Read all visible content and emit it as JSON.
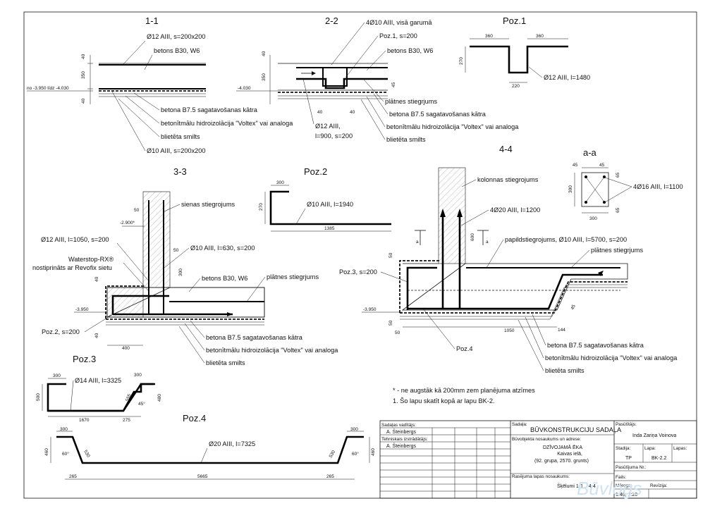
{
  "sections": {
    "s11": "1-1",
    "s22": "2-2",
    "poz1": "Poz.1",
    "s33": "3-3",
    "poz2": "Poz.2",
    "s44": "4-4",
    "saa": "a-a",
    "poz3": "Poz.3",
    "poz4": "Poz.4"
  },
  "s11": {
    "rebar_top": "Ø12 AIII, s=200x200",
    "concrete": "betons B30, W6",
    "prep": "betona B7.5 sagatavošanas kātra",
    "hydro": "betonītmālu hidroizolācija \"Voltex\" vai analoga",
    "sand": "blietēta smilts",
    "rebar_bot": "Ø10 AIII, s=200x200",
    "level": "no -3.950 līdz -4.030",
    "d40a": "40",
    "d350": "350",
    "d40b": "40"
  },
  "s22": {
    "r1": "4Ø10 AIII, visā garumā",
    "r2": "Poz.1, s=200",
    "concrete": "betons B30, W6",
    "slab": "plātnes stiegrjums",
    "prep": "betona B7.5 sagatavošanas kātra",
    "hydro": "betonītmālu hidroizolācija \"Voltex\" vai analoga",
    "sand": "blietēta smilts",
    "bar": "Ø12 AIII,",
    "bar2": "l=900, s=200",
    "level": "-4.030",
    "d350": "350",
    "d45": "45",
    "d40a": "40",
    "d40b": "40"
  },
  "poz1": {
    "label": "Ø12 AIII, l=1480",
    "d360a": "360",
    "d360b": "360",
    "d270": "270",
    "d220": "220"
  },
  "s33": {
    "wall": "sienas stiegrojums",
    "r1": "Ø12 AIII, l=1050, s=200",
    "water1": "Waterstop-RX®",
    "water2": "nostiprināts ar Revofix sietu",
    "r2": "Ø10 AIII, l=630, s=200",
    "concrete": "betons B30, W6",
    "slab": "plātnes stiegrjums",
    "poz2": "Poz.2, s=200",
    "prep": "betona B7.5 sagatavošanas kātra",
    "hydro": "betonītmālu hidroizolācija \"Voltex\" vai analoga",
    "sand": "blietēta smilts",
    "lvl1": "-2.900*",
    "lvl2": "-3.950",
    "d50a": "50",
    "d50b": "50",
    "d300": "300",
    "d40a": "40",
    "d40b": "40",
    "d400": "400"
  },
  "poz2": {
    "label": "Ø10 AIII, l=1940",
    "d300": "300",
    "d270": "270",
    "d1385": "1385"
  },
  "s44": {
    "col": "kolonnas stiegrojums",
    "r1": "4Ø20 AIII, l=1200",
    "r2": "papildstiegrojums, Ø10 AIII, l=5700, s=200",
    "slab": "plātnes stiegrjums",
    "poz3": "Poz.3, s=200",
    "poz4": "Poz.4",
    "prep": "betona B7.5 sagatavošanas kātra",
    "hydro": "betonītmālu hidroizolācija \"Voltex\" vai analoga",
    "sand": "blietēta smilts",
    "lvl": "-3.950",
    "a": "a",
    "d600": "600",
    "d50a": "50",
    "d50b": "50",
    "d1050": "1050",
    "d144": "144",
    "d45": "45",
    "d50c": "50"
  },
  "saa": {
    "label": "4Ø16 AIII, l=1100",
    "d45a": "45",
    "d45b": "45",
    "d65a": "65",
    "d65b": "65",
    "d300a": "300",
    "d300b": "300"
  },
  "poz3": {
    "label": "Ø14 AIII, l=3325",
    "d300": "300",
    "d500": "500",
    "d555": "555",
    "d480": "480",
    "d1670": "1670",
    "d275": "275",
    "ang": "45°"
  },
  "poz4": {
    "label": "Ø20 AIII, l=7325",
    "d300a": "300",
    "d300b": "300",
    "d530a": "530",
    "d530b": "530",
    "d460a": "460",
    "d460b": "460",
    "d265a": "265",
    "d265b": "265",
    "d5665": "5665",
    "ang1": "60°",
    "ang2": "60°"
  },
  "notes": {
    "n1": "* - ne augstāk kā 200mm zem planējuma atzīmes",
    "n2": "1. Šo lapu skatīt kopā ar lapu BK-2."
  },
  "title_block": {
    "head_lbl": "Sadaļas vadītājs:",
    "head_val": "A. Šteinbergs",
    "drafter_lbl": "Tehniskais izstrādātājs:",
    "drafter_val": "A. Šteinbergs",
    "section_lbl": "Sadaļa:",
    "section_val": "BŪVKONSTRUKCIJU SADAĻA",
    "obj_lbl": "Būvobjekta nosaukums un adrese:",
    "obj1": "DZĪVOJAMĀ ĒKA",
    "obj2": "Kaivas ielā,",
    "obj3": "(92. grupa, 2570. grunts)",
    "drawing_lbl": "Rasējuma lapas nosaukums:",
    "drawing_val": "Šķēlumi 1-1 .. 4-4",
    "client_lbl": "Pasūtītājs:",
    "client_val": "Inda Zariņa Voinova",
    "stage_lbl": "Stadija:",
    "stage_val": "TP",
    "sheet_lbl": "Lapa:",
    "sheet_val": "BK-2.2",
    "sheets_lbl": "Lapas:",
    "order_lbl": "Pasūtījuma Nr.:",
    "file_lbl": "Fails:",
    "scale_lbl": "Mērogs:",
    "scale_val": "1:40, 1:20",
    "rev_lbl": "Revīzija:"
  },
  "watermark": "Būvlogs"
}
